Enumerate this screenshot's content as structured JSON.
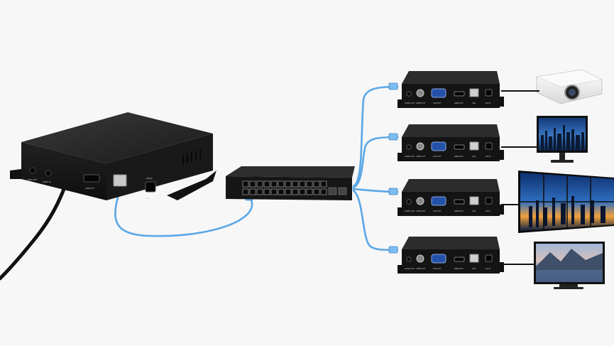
{
  "encoder": {
    "ports": {
      "audio_out": "AUDIO OUT",
      "audio_in": "AUDIO IN",
      "hdmi_out": "HDMI OUT",
      "dc": "+12VDC",
      "dc_sub": "DC IN"
    }
  },
  "receivers": [
    {
      "ports": {
        "audio": "AUDIO OUT",
        "cvbs": "CVBS OUT",
        "vga": "VGA OUT",
        "hdmi": "HDMI OUT",
        "lan": "LAN",
        "dc": "DC IN"
      },
      "display": "projector"
    },
    {
      "ports": {
        "audio": "AUDIO OUT",
        "cvbs": "CVBS OUT",
        "vga": "VGA OUT",
        "hdmi": "HDMI OUT",
        "lan": "LAN",
        "dc": "DC IN"
      },
      "display": "monitor"
    },
    {
      "ports": {
        "audio": "AUDIO OUT",
        "cvbs": "CVBS OUT",
        "vga": "VGA OUT",
        "hdmi": "HDMI OUT",
        "lan": "LAN",
        "dc": "DC IN"
      },
      "display": "video-wall"
    },
    {
      "ports": {
        "audio": "AUDIO OUT",
        "cvbs": "CVBS OUT",
        "vga": "VGA OUT",
        "hdmi": "HDMI OUT",
        "lan": "LAN",
        "dc": "DC IN"
      },
      "display": "tv"
    }
  ],
  "colors": {
    "background": "#f7f7f7",
    "device_body": "#1e1e1e",
    "ethernet_cable": "#5aa7e6",
    "cable_dark": "#111111",
    "screen_sky": "#1f5fa8"
  }
}
